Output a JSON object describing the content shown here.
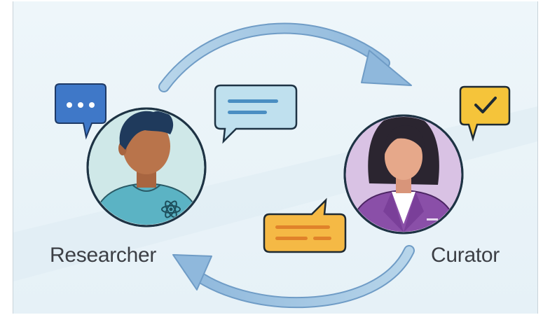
{
  "roles": {
    "researcher": {
      "label": "Researcher",
      "avatar_bg": "#cfe8e8",
      "shirt_color": "#5bb3c4",
      "skin_color": "#b9744b",
      "hair_color": "#1f3a5c",
      "badge_icon": "atom-icon",
      "speech_icon": "ellipsis-icon",
      "speech_color": "#3f78c8"
    },
    "curator": {
      "label": "Curator",
      "avatar_bg": "#d9c2e4",
      "jacket_color": "#8a4fa8",
      "skin_color": "#e6a88a",
      "hair_color": "#2b2530",
      "speech_icon": "checkmark-icon",
      "speech_color": "#f5c43a"
    }
  },
  "messages": {
    "top_bubble_color": "#bfe0ee",
    "bottom_bubble_color": "#f5b945"
  },
  "arrows": {
    "color": "#9cc3e2",
    "top_direction": "researcher-to-curator",
    "bottom_direction": "curator-to-researcher"
  }
}
